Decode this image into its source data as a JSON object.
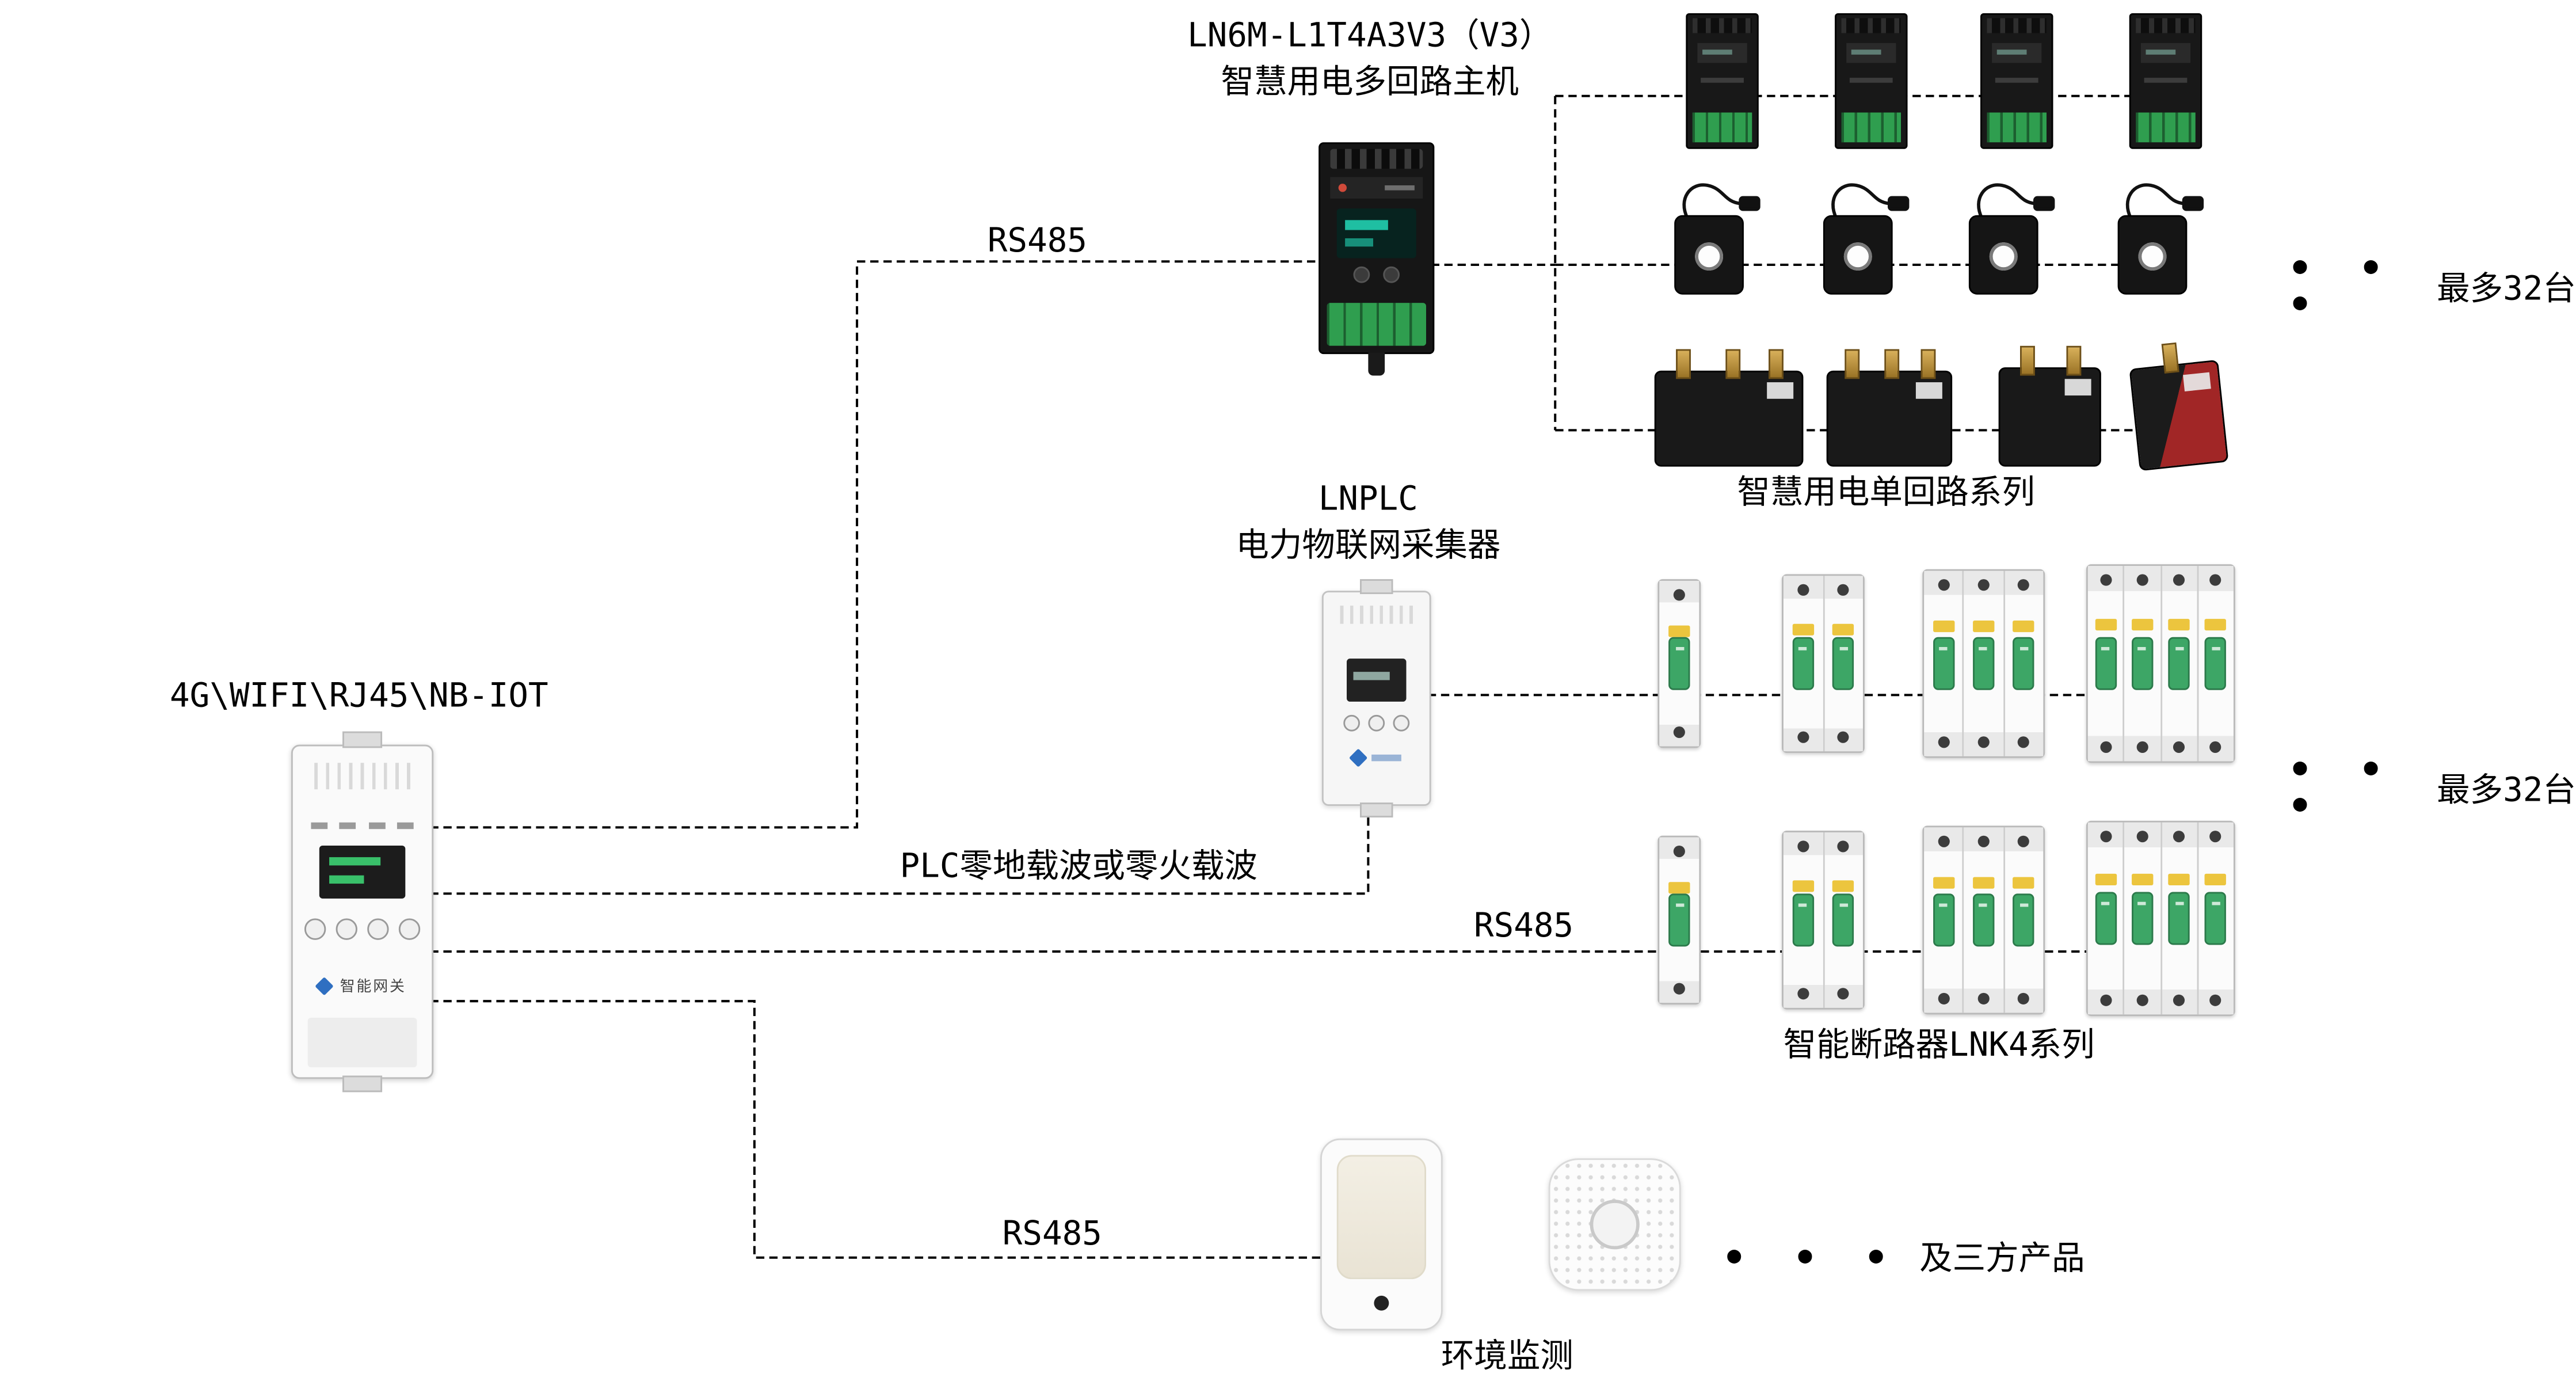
{
  "labels": {
    "main_host_model": "LN6M-L1T4A3V3（V3）",
    "main_host_name": "智慧用电多回路主机",
    "rs485_top": "RS485",
    "rs485_mid": "RS485",
    "rs485_bottom": "RS485",
    "plc_carrier": "PLC零地载波或零火载波",
    "gateway_protocols": "4G\\WIFI\\RJ45\\NB-IOT",
    "gateway_device_label": "智能网关",
    "collector_model": "LNPLC",
    "collector_name": "电力物联网采集器",
    "single_loop_series": "智慧用电单回路系列",
    "breaker_series": "智能断路器LNK4系列",
    "env_monitor": "环境监测",
    "max_units_top": "最多32台",
    "max_units_mid": "最多32台",
    "third_party": "及三方产品",
    "ellipsis_top": "● ● ●",
    "ellipsis_mid": "● ● ●",
    "ellipsis_bottom": "● ● ●"
  },
  "colors": {
    "background": "#ffffff",
    "wire": "#000000",
    "device_black": "#1a1a1a",
    "terminal_green": "#2f9e4f",
    "breaker_toggle_green": "#3da666",
    "rating_tag_yellow": "#ecc53e",
    "brand_blue": "#2f6fc1"
  }
}
